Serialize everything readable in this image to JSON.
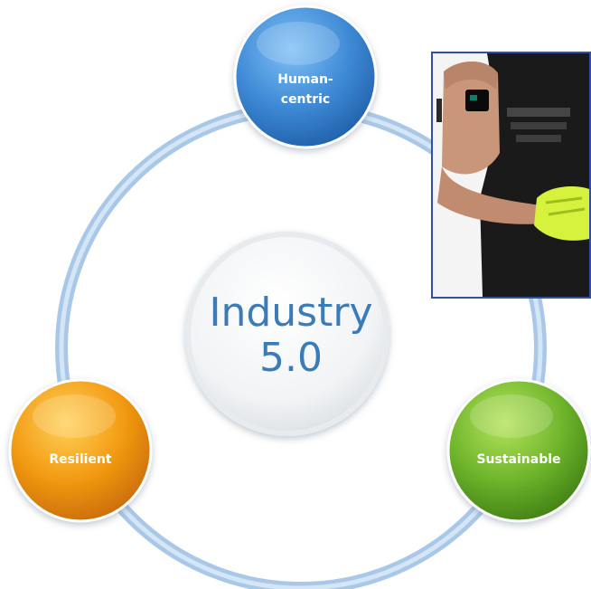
{
  "center": {
    "line1": "Industry",
    "line2": "5.0"
  },
  "nodes": {
    "human_centric": {
      "line1": "Human-",
      "line2": "centric",
      "color": "#3f8ad6"
    },
    "resilient": {
      "label": "Resilient",
      "color": "#f29a12"
    },
    "sustainable": {
      "label": "Sustainable",
      "color": "#6fb52c"
    }
  },
  "ring_color": "#a9c8e8",
  "photo": {
    "subject": "worker-with-wearable-sensor-photo"
  }
}
